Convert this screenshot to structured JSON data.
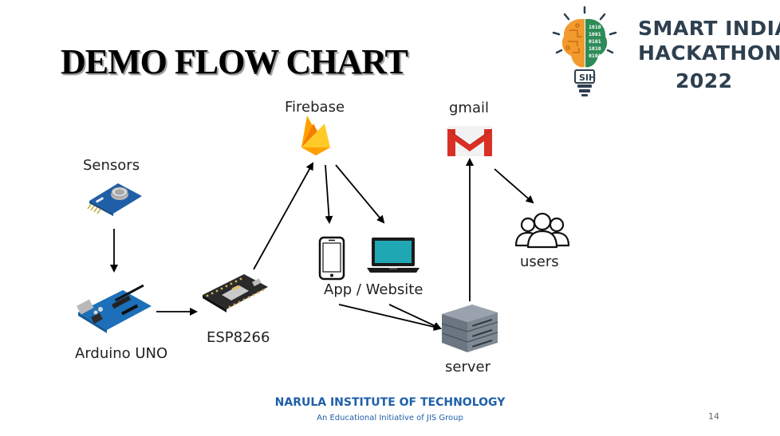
{
  "slide": {
    "title": "DEMO FLOW CHART",
    "page_number": "14"
  },
  "logo": {
    "line1": "SMART INDIA",
    "line2": "HACKATHON",
    "line3": "2022",
    "badge": "SIH"
  },
  "nodes": {
    "sensors": "Sensors",
    "arduino": "Arduino UNO",
    "esp": "ESP8266",
    "firebase": "Firebase",
    "app": "App / Website",
    "server": "server",
    "gmail": "gmail",
    "users": "users"
  },
  "footer": {
    "institute": "NARULA INSTITUTE OF TECHNOLOGY",
    "tagline": "An Educational Initiative of JIS Group"
  }
}
